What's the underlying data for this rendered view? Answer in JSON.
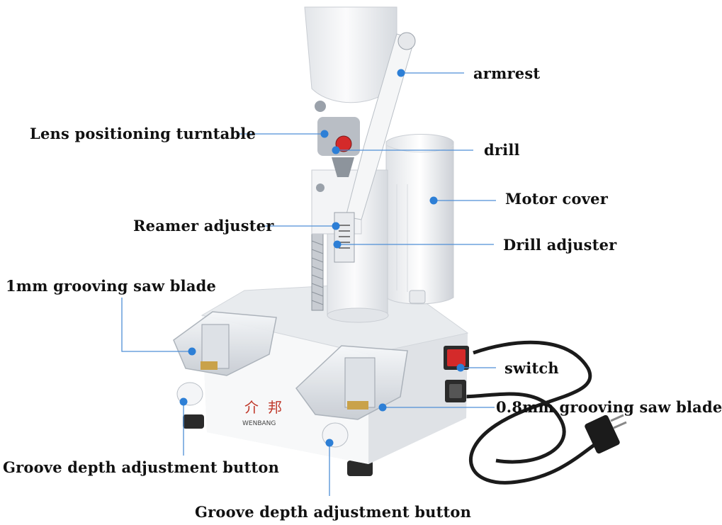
{
  "callouts": {
    "armrest": "armrest",
    "turntable": "Lens positioning turntable",
    "drill": "drill",
    "motor_cover": "Motor cover",
    "reamer_adjuster": "Reamer adjuster",
    "drill_adjuster": "Drill adjuster",
    "blade_1mm": "1mm grooving saw blade",
    "switch": "switch",
    "blade_08mm": "0.8mm grooving saw blade",
    "depth_button_left": "Groove depth adjustment button",
    "depth_button_bottom": "Groove depth adjustment button"
  },
  "brand": {
    "logo_text": "WENBANG"
  },
  "colors": {
    "marker": "#2d7fd6",
    "leader": "#4f8fd6",
    "body": "#f1f2f4",
    "shadow": "#c9cdd3",
    "switch_red": "#d42a2a",
    "cable": "#1b1b1b"
  }
}
